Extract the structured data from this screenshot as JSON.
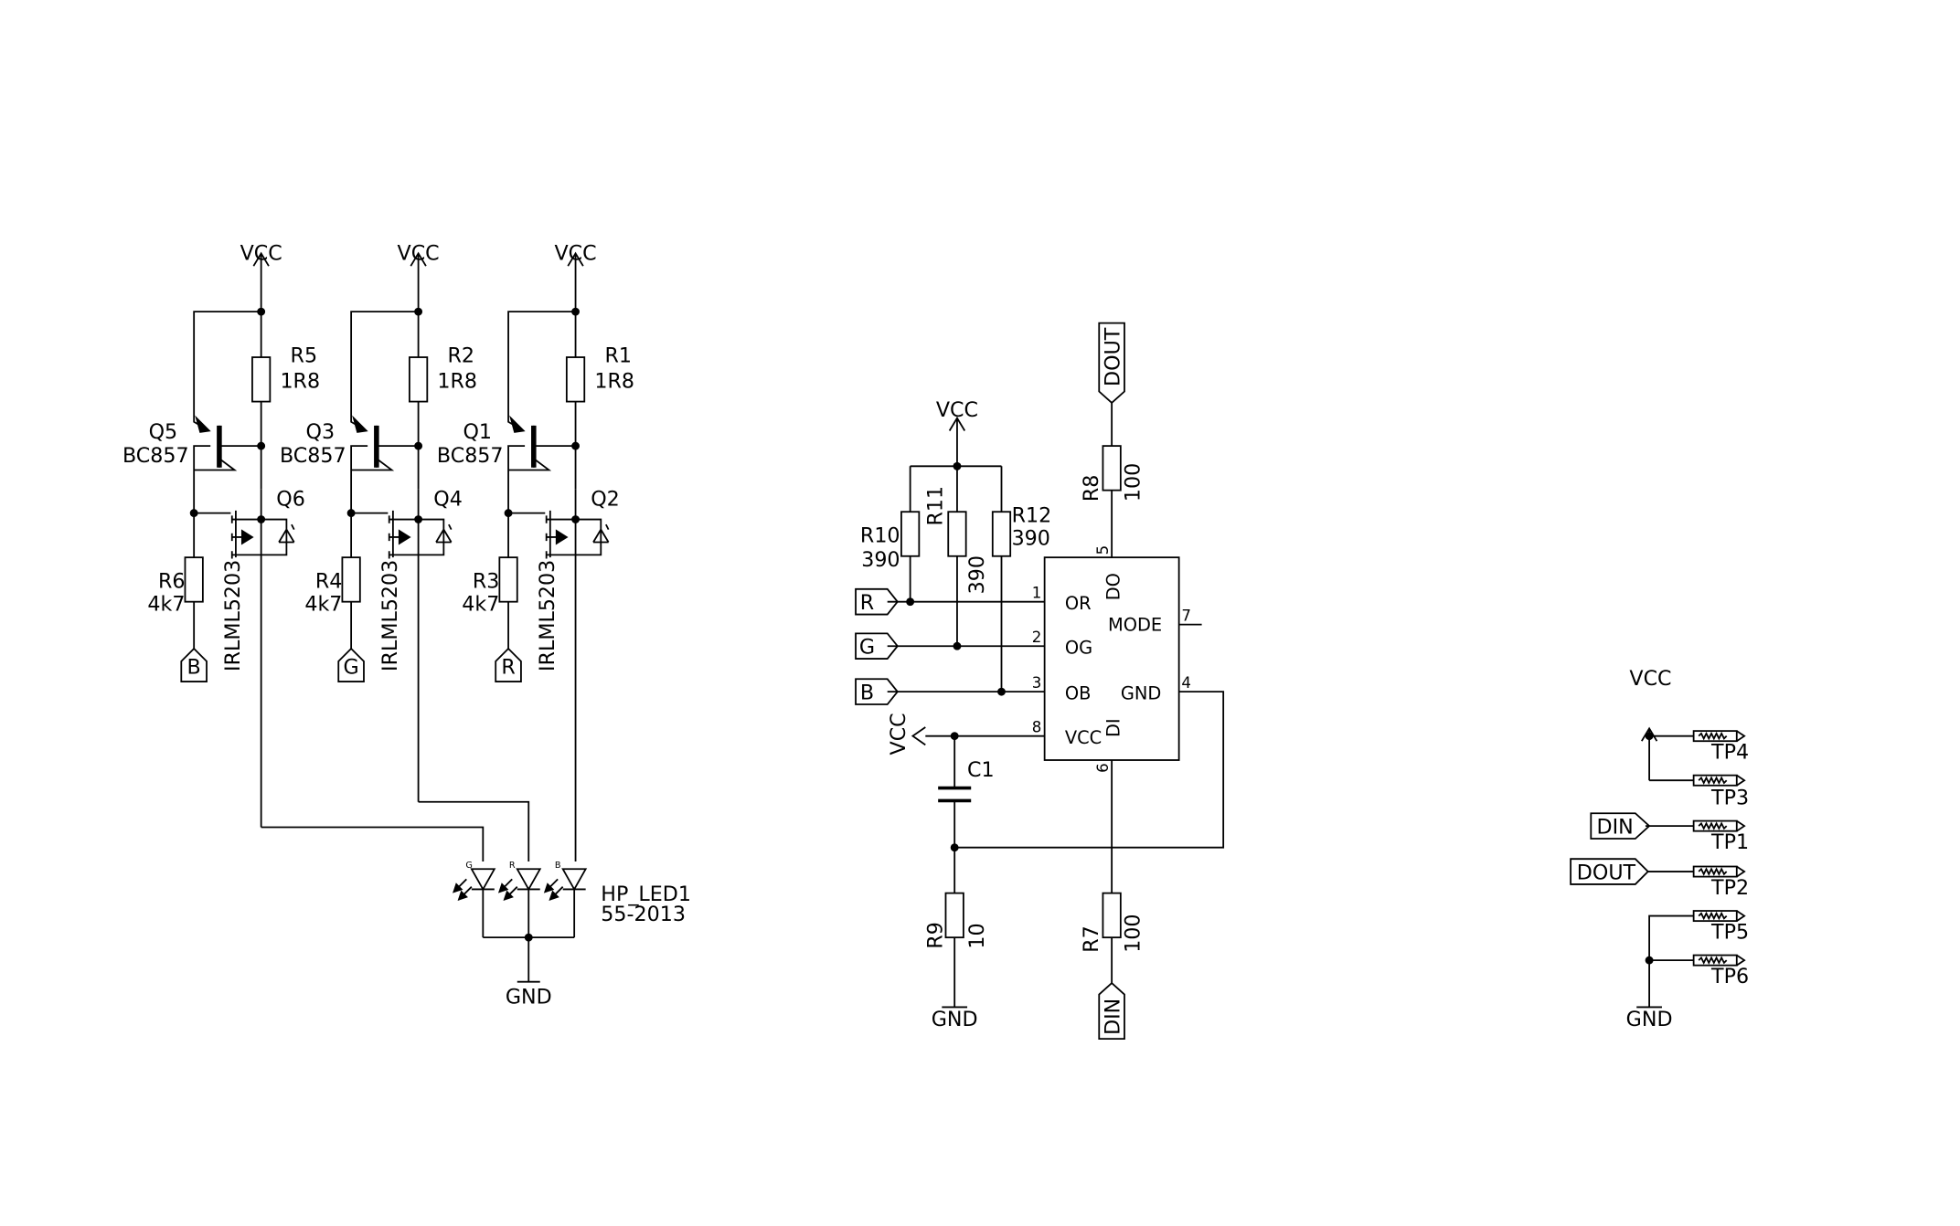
{
  "power": {
    "vcc": "VCC",
    "gnd": "GND"
  },
  "drivers": [
    {
      "q_pnp": "Q5",
      "q_pnp_val": "BC857",
      "r_top": "R5",
      "r_top_val": "1R8",
      "q_fet": "Q6",
      "fet_val": "IRLML5203",
      "r_pd": "R6",
      "r_pd_val": "4k7",
      "port": "B"
    },
    {
      "q_pnp": "Q3",
      "q_pnp_val": "BC857",
      "r_top": "R2",
      "r_top_val": "1R8",
      "q_fet": "Q4",
      "fet_val": "IRLML5203",
      "r_pd": "R4",
      "r_pd_val": "4k7",
      "port": "G"
    },
    {
      "q_pnp": "Q1",
      "q_pnp_val": "BC857",
      "r_top": "R1",
      "r_top_val": "1R8",
      "q_fet": "Q2",
      "fet_val": "IRLML5203",
      "r_pd": "R3",
      "r_pd_val": "4k7",
      "port": "R"
    }
  ],
  "led": {
    "ref": "HP_LED1",
    "value": "55-2013",
    "pins": [
      "G",
      "R",
      "B"
    ]
  },
  "controller": {
    "left_pins": [
      {
        "num": "1",
        "name": "OR"
      },
      {
        "num": "2",
        "name": "OG"
      },
      {
        "num": "3",
        "name": "OB"
      },
      {
        "num": "8",
        "name": "VCC"
      }
    ],
    "do": {
      "num": "5",
      "name": "DO"
    },
    "di": {
      "num": "6",
      "name": "DI"
    },
    "mode": {
      "num": "7",
      "name": "MODE"
    },
    "gnd": {
      "num": "4",
      "name": "GND"
    }
  },
  "resistors": {
    "r10": {
      "ref": "R10",
      "value": "390"
    },
    "r11": {
      "ref": "R11",
      "value": "390"
    },
    "r12": {
      "ref": "R12",
      "value": "390"
    },
    "r8": {
      "ref": "R8",
      "value": "100"
    },
    "r7": {
      "ref": "R7",
      "value": "100"
    },
    "r9": {
      "ref": "R9",
      "value": "10"
    }
  },
  "cap": {
    "ref": "C1"
  },
  "ports": {
    "r": "R",
    "g": "G",
    "b": "B",
    "din": "DIN",
    "dout": "DOUT"
  },
  "testpoints": [
    "TP4",
    "TP3",
    "TP1",
    "TP2",
    "TP5",
    "TP6"
  ]
}
